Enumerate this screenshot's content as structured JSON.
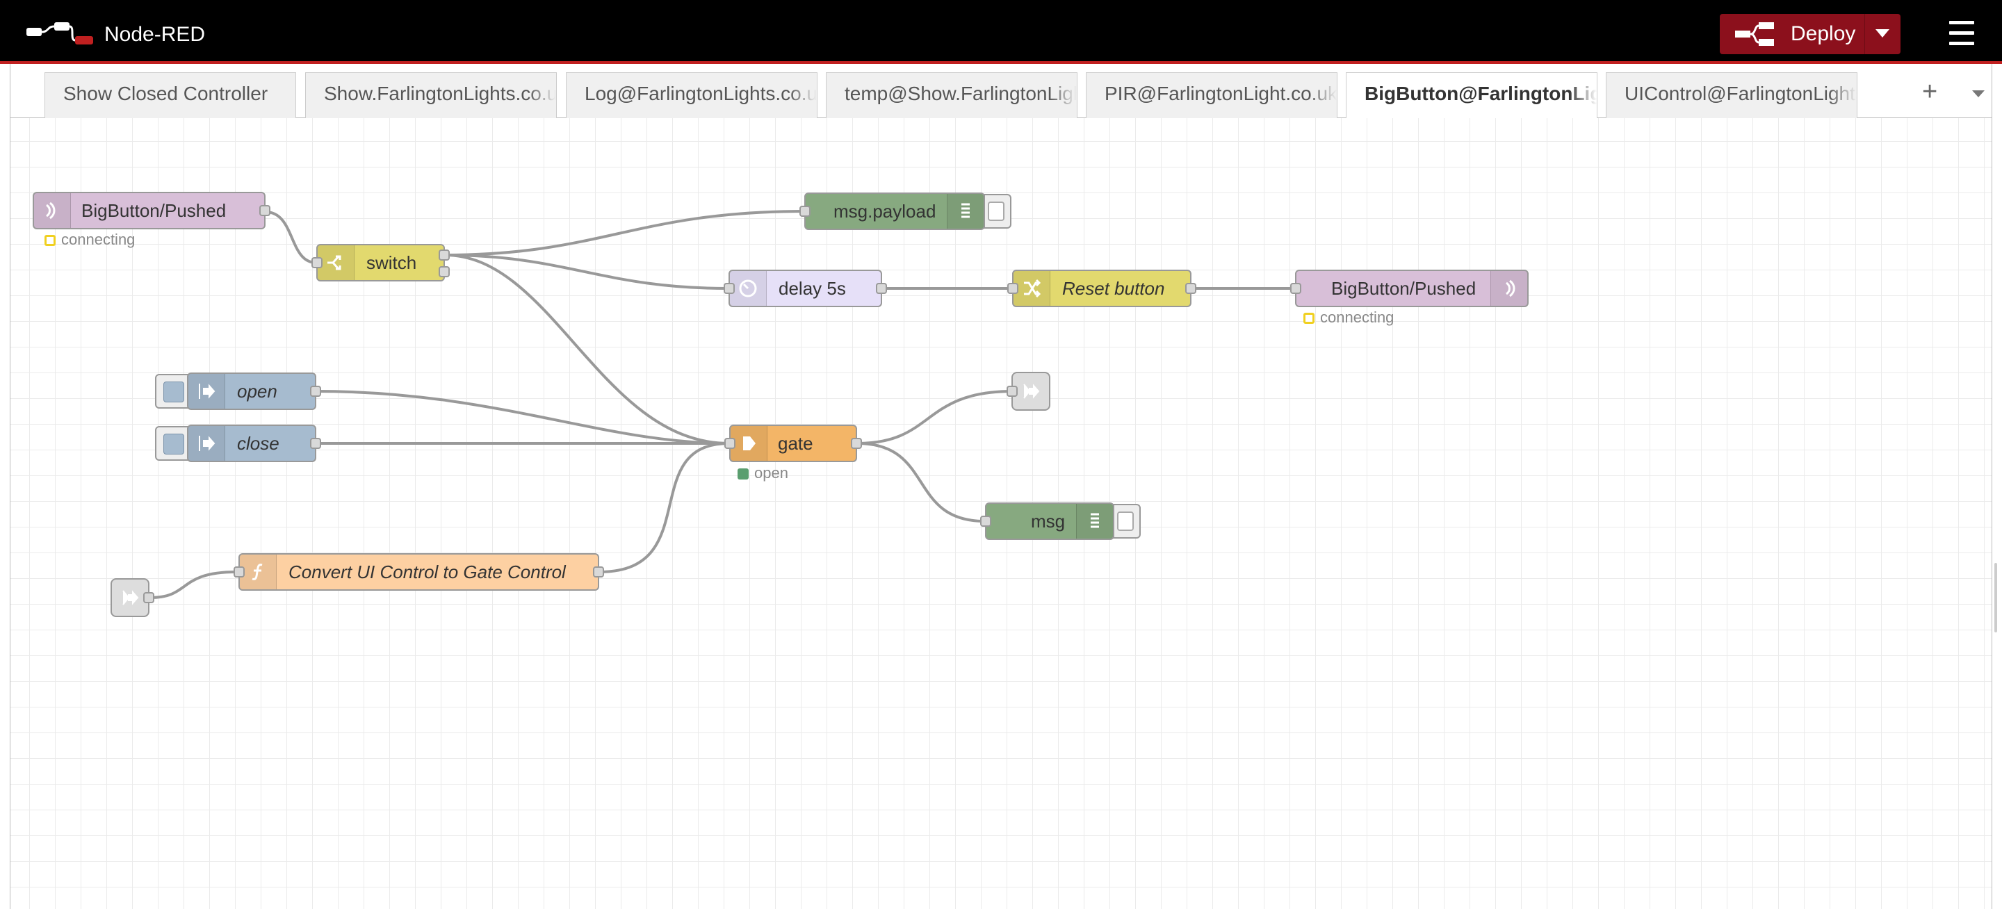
{
  "header": {
    "title": "Node-RED",
    "deploy_label": "Deploy"
  },
  "tabs": [
    {
      "label": "Show Closed Controller",
      "active": false
    },
    {
      "label": "Show.FarlingtonLights.co.uk",
      "active": false
    },
    {
      "label": "Log@FarlingtonLights.co.uk",
      "active": false
    },
    {
      "label": "temp@Show.FarlingtonLights.co.uk",
      "active": false
    },
    {
      "label": "PIR@FarlingtonLight.co.uk",
      "active": false
    },
    {
      "label": "BigButton@FarlingtonLights.co.uk",
      "active": true
    },
    {
      "label": "UIControl@FarlingtonLights.co.uk",
      "active": false
    }
  ],
  "nodes": {
    "mqtt_in": {
      "label": "BigButton/Pushed",
      "status": "connecting",
      "icon": "mqtt-icon",
      "color": "#d8bfd8"
    },
    "switch": {
      "label": "switch",
      "icon": "switch-icon",
      "color": "#e2d96e"
    },
    "debug_payload": {
      "label": "msg.payload",
      "icon": "debug-icon",
      "color": "#87a980"
    },
    "delay": {
      "label": "delay 5s",
      "icon": "timer-icon",
      "color": "#e6e0f8"
    },
    "change": {
      "label": "Reset button",
      "icon": "change-icon",
      "color": "#e2d96e"
    },
    "mqtt_out": {
      "label": "BigButton/Pushed",
      "status": "connecting",
      "icon": "mqtt-icon",
      "color": "#d8bfd8"
    },
    "inject_open": {
      "label": "open",
      "icon": "inject-icon",
      "color": "#a6bbcf"
    },
    "inject_close": {
      "label": "close",
      "icon": "inject-icon",
      "color": "#a6bbcf"
    },
    "gate": {
      "label": "gate",
      "status": "open",
      "icon": "gate-icon",
      "color": "#f3b567"
    },
    "debug_msg": {
      "label": "msg",
      "icon": "debug-icon",
      "color": "#87a980"
    },
    "function": {
      "label": "Convert UI Control to Gate Control",
      "icon": "function-icon",
      "color": "#fdd0a2"
    }
  },
  "colors": {
    "header_bg": "#000000",
    "accent": "#8c101c",
    "status_yellow": "#f0d020",
    "status_green": "#5a9e6f"
  }
}
